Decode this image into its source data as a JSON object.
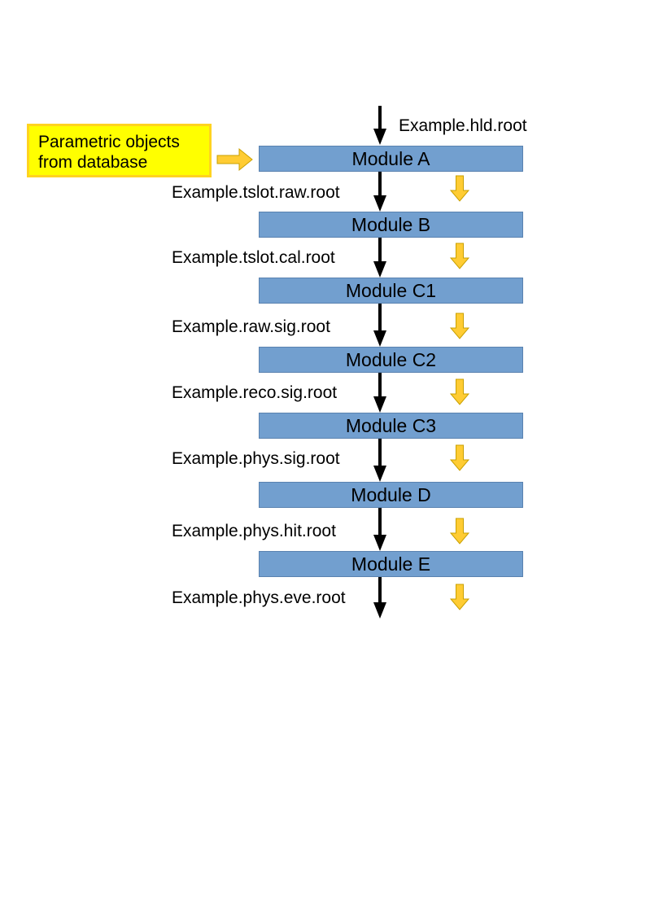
{
  "param_box": {
    "line1": "Parametric objects",
    "line2": "from database"
  },
  "input_file": "Example.hld.root",
  "modules": [
    {
      "label": "Module A",
      "output": "Example.tslot.raw.root"
    },
    {
      "label": "Module B",
      "output": "Example.tslot.cal.root"
    },
    {
      "label": "Module C1",
      "output": "Example.raw.sig.root"
    },
    {
      "label": "Module C2",
      "output": "Example.reco.sig.root"
    },
    {
      "label": "Module C3",
      "output": "Example.phys.sig.root"
    },
    {
      "label": "Module D",
      "output": "Example.phys.hit.root"
    },
    {
      "label": "Module E",
      "output": "Example.phys.eve.root"
    }
  ],
  "colors": {
    "module_fill": "#729fcf",
    "param_fill": "#ffff00",
    "param_border": "#ffd320",
    "yellow_arrow": "#ffcc33",
    "flow_arrow": "#000000"
  },
  "icons": {
    "flow_arrow": "arrow-down-icon",
    "param_arrow": "block-arrow-right-icon",
    "side_arrow": "block-arrow-down-icon"
  }
}
